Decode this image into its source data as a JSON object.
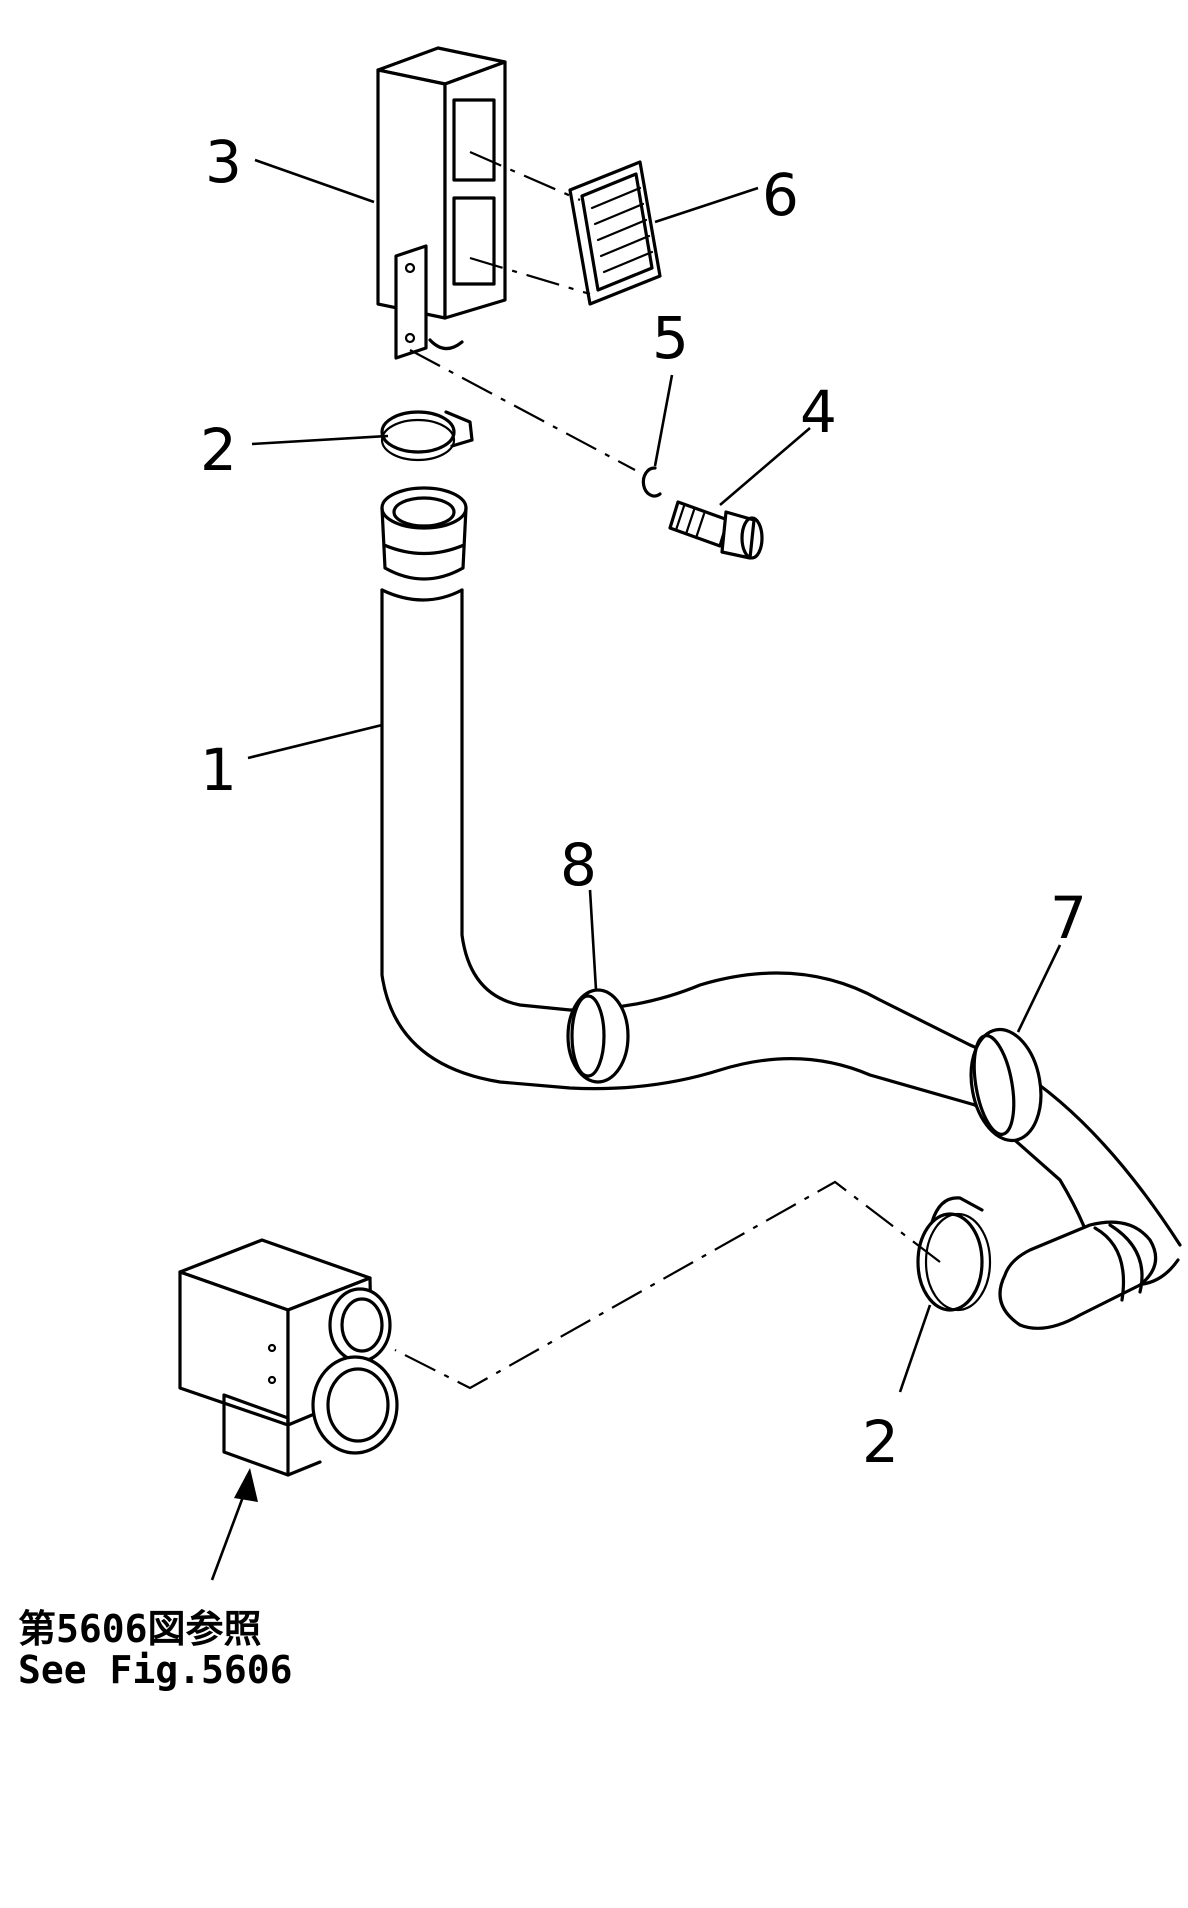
{
  "callouts": [
    {
      "id": "1",
      "label": "1"
    },
    {
      "id": "2a",
      "label": "2"
    },
    {
      "id": "2b",
      "label": "2"
    },
    {
      "id": "3",
      "label": "3"
    },
    {
      "id": "4",
      "label": "4"
    },
    {
      "id": "5",
      "label": "5"
    },
    {
      "id": "6",
      "label": "6"
    },
    {
      "id": "7",
      "label": "7"
    },
    {
      "id": "8",
      "label": "8"
    }
  ],
  "reference": {
    "japanese": "第5606図参照",
    "english": "See Fig.5606"
  }
}
